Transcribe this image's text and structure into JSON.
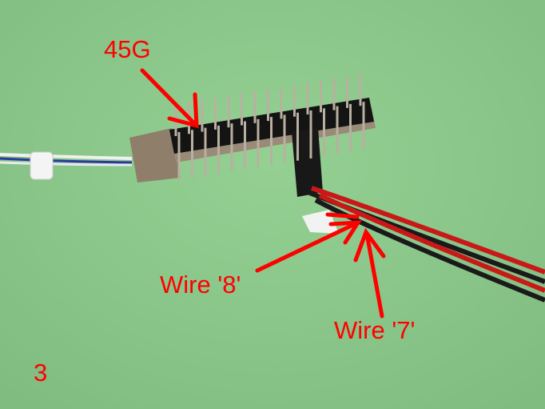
{
  "annotations": {
    "part_label": "45G",
    "wire_8_label": "Wire '8'",
    "wire_7_label": "Wire '7'",
    "figure_number": "3"
  },
  "colors": {
    "background": "#8cc88a",
    "annotation": "#ff0000",
    "connector": "#111111",
    "wire_red": "#c81818",
    "wire_black": "#1a1a1a"
  }
}
